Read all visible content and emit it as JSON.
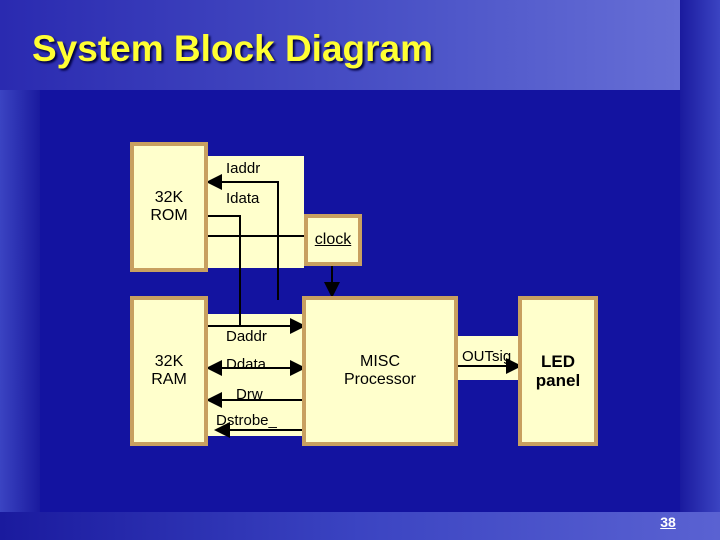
{
  "title": "System Block Diagram",
  "page_number": "38",
  "blocks": {
    "rom": "32K\nROM",
    "ram": "32K\nRAM",
    "clock": "clock",
    "processor": "MISC\nProcessor",
    "led": "LED\npanel"
  },
  "signals": {
    "iaddr": "Iaddr",
    "idata": "Idata",
    "daddr": "Daddr",
    "ddata": "Ddata",
    "drw": "Drw",
    "dstrobe": "Dstrobe_",
    "outsig": "OUTsig"
  },
  "colors": {
    "background": "#1a1a9e",
    "title": "#ffff33",
    "box_fill": "#ffffcc",
    "box_border": "#c8a060"
  }
}
